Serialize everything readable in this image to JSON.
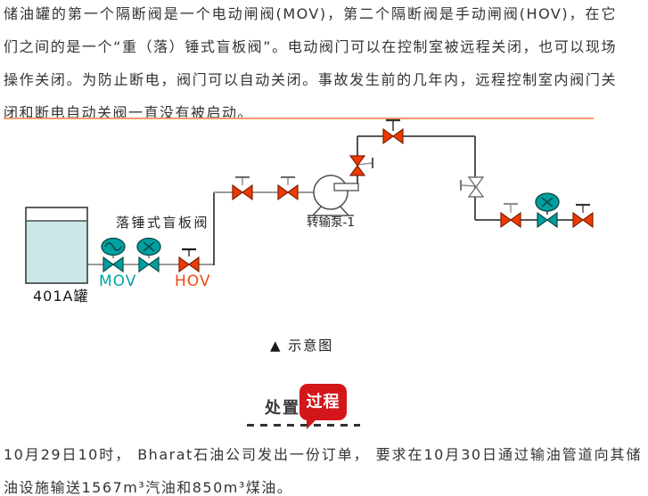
{
  "intro": {
    "text": "储油罐的第一个隔断阀是一个电动闸阀(MOV)，第二个隔断阀是手动闸阀(HOV)，在它们之间的是一个“重（落）锤式盲板阀”。电动阀门可以在控制室被远程关闭，也可以现场操作关闭。为防止断电，阀门可以自动关闭。事故发生前的几年内，远程控制室内阀门关闭和断电自动关阀一直没有被启动。"
  },
  "diagram": {
    "tank_label": "401A罐",
    "blind_valve_label": "落锤式盲板阀",
    "mov_label": "MOV",
    "hov_label": "HOV",
    "pump_label": "转输泵-1",
    "caption": "▲ 示意图"
  },
  "section_marker": {
    "prefix": "处置",
    "highlight": "过程"
  },
  "body": {
    "text": "10月29日10时， Bharat石油公司发出一份订单， 要求在10月30日通过输油管道向其储油设施输送1567m³汽油和850m³煤油。"
  },
  "colors": {
    "valve_teal": "#00a0a0",
    "valve_red": "#ee3a02",
    "divider_orange": "#fd9b6e",
    "badge_red": "#d2161a",
    "tank_fill": "#cbe7e6"
  }
}
